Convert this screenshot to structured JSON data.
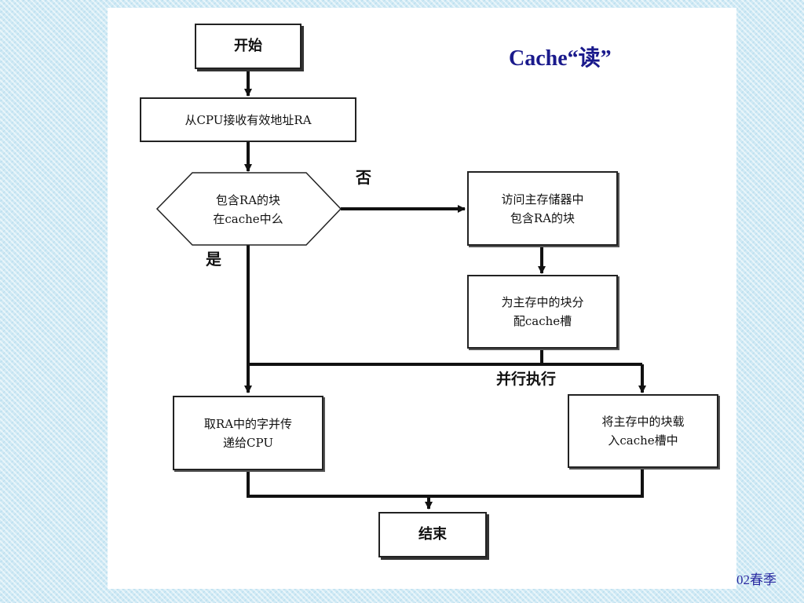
{
  "title": "Cache“读”",
  "footer": "02春季",
  "nodes": {
    "start": "开始",
    "receive": "从CPU接收有效地址RA",
    "decision": "包含RA的块\n在cache中么",
    "access": "访问主存储器中\n包含RA的块",
    "allocate": "为主存中的块分\n配cache槽",
    "fetch": "取RA中的字并传\n递给CPU",
    "load": "将主存中的块载\n入cache槽中",
    "end": "结束"
  },
  "labels": {
    "no": "否",
    "yes": "是",
    "parallel": "并行执行"
  }
}
